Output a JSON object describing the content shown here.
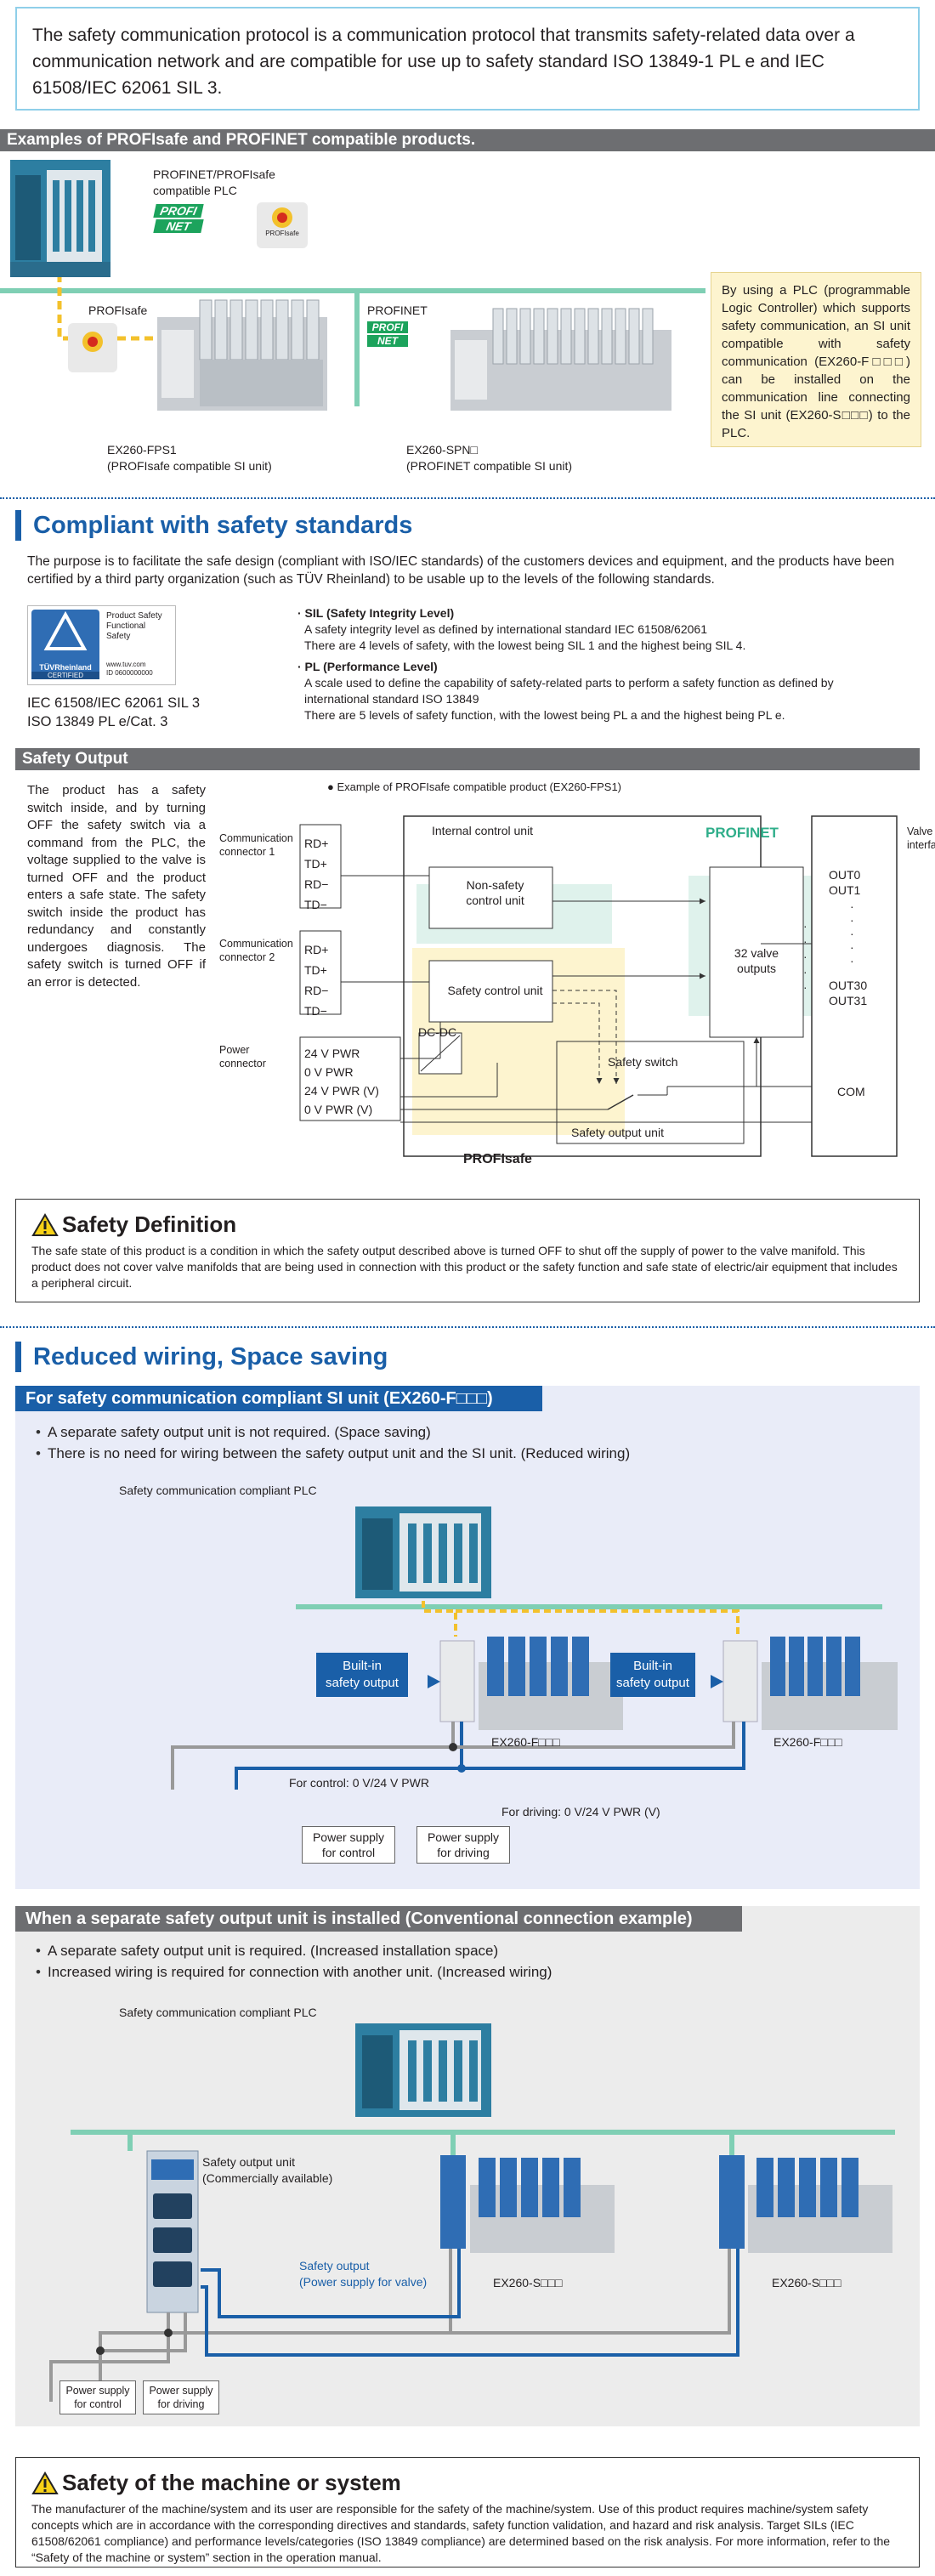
{
  "intro": {
    "text": "The safety communication protocol is a communication protocol that transmits safety-related data over a communication network and are compatible for use up to safety standard ISO 13849-1 PL e and IEC 61508/IEC 62061 SIL 3."
  },
  "examples": {
    "bar": "Examples of PROFIsafe and PROFINET compatible products.",
    "plc_label_1": "PROFINET/PROFIsafe",
    "plc_label_2": "compatible PLC",
    "profinet_logo_1": "PROFI",
    "profinet_logo_2": "NET",
    "profisafe_logo": "PROFIsafe",
    "left_tag": "PROFIsafe",
    "right_tag": "PROFINET",
    "left_model": "EX260-FPS1",
    "left_desc": "(PROFIsafe compatible SI unit)",
    "right_model": "EX260-SPN□",
    "right_desc": "(PROFINET compatible SI unit)",
    "callout": "By using a PLC (programmable Logic Controller) which supports safety communication, an SI unit compatible with safety communication (EX260-F□□□) can be installed on the communication line connecting the SI unit (EX260-S□□□) to the PLC."
  },
  "standards": {
    "title": "Compliant with safety standards",
    "purpose": "The purpose is to facilitate the safe design (compliant with ISO/IEC standards) of the customers devices and equipment, and the products have been certified by a third party organization (such as TÜV Rheinland) to be usable up to the levels of the following standards.",
    "tuv_lines": [
      "Product Safety",
      "Functional",
      "Safety"
    ],
    "tuv_name": "TÜVRheinland",
    "tuv_cert": "CERTIFIED",
    "tuv_url": "www.tuv.com",
    "tuv_id": "ID 0600000000",
    "cert1": "IEC 61508/IEC 62061 SIL 3",
    "cert2": "ISO 13849 PL e/Cat. 3",
    "sil_head": "· SIL (Safety Integrity Level)",
    "sil_l1": "A safety integrity level as defined by international standard IEC 61508/62061",
    "sil_l2": "There are 4 levels of safety, with the lowest being SIL 1 and the highest being SIL 4.",
    "pl_head": "· PL (Performance Level)",
    "pl_l1": "A scale used to define the capability of safety-related parts to perform a safety function as defined by international standard ISO 13849",
    "pl_l2": "There are 5 levels of safety function, with the lowest being PL a and the highest being PL e."
  },
  "safety_output": {
    "bar": "Safety Output",
    "desc": "The product has a safety switch inside, and by turning OFF the safety switch via a command from the PLC, the voltage supplied to the valve is turned OFF and the product enters a safe state. The safety switch inside the product has redundancy and constantly undergoes diagnosis. The safety switch is turned OFF if an error is detected.",
    "example": "Example of PROFIsafe compatible product (EX260-FPS1)",
    "comm1_a": "Communication",
    "comm1_b": "connector 1",
    "comm2_a": "Communication",
    "comm2_b": "connector 2",
    "pins": [
      "RD+",
      "TD+",
      "RD−",
      "TD−"
    ],
    "power_a": "Power",
    "power_b": "connector",
    "pwr": [
      "24 V PWR",
      "0 V PWR",
      "24 V PWR (V)",
      "0 V PWR (V)"
    ],
    "internal": "Internal control unit",
    "profinet": "PROFINET",
    "nonsafety_a": "Non-safety",
    "nonsafety_b": "control unit",
    "safetyctl": "Safety control unit",
    "outputs_a": "32 valve",
    "outputs_b": "outputs",
    "dcdc": "DC-DC",
    "switch": "Safety switch",
    "sou": "Safety output unit",
    "profisafe": "PROFIsafe",
    "valve_a": "Valve",
    "valve_b": "interface",
    "out0": "OUT0",
    "out1": "OUT1",
    "out30": "OUT30",
    "out31": "OUT31",
    "com": "COM"
  },
  "definition": {
    "title": "Safety Definition",
    "text": "The safe state of this product is a condition in which the safety output described above is turned OFF to shut off the supply of power to the valve manifold. This product does not cover valve manifolds that are being used in connection with this product or the safety function and safe state of electric/air equipment that includes a peripheral circuit."
  },
  "reduced": {
    "title": "Reduced wiring, Space saving",
    "bar1": "For safety communication compliant SI unit (EX260-F□□□)",
    "b1": "A separate safety output unit is not required. (Space saving)",
    "b2": "There is no need for wiring between the safety output unit and the SI unit. (Reduced wiring)",
    "plc": "Safety communication compliant PLC",
    "builtin_a": "Built-in",
    "builtin_b": "safety output",
    "model": "EX260-F□□□",
    "control": "For control: 0 V/24 V PWR",
    "driving": "For driving: 0 V/24 V PWR (V)",
    "ps_ctl_a": "Power supply",
    "ps_ctl_b": "for control",
    "ps_drv_a": "Power supply",
    "ps_drv_b": "for driving",
    "bar2": "When a separate safety output unit is installed (Conventional connection example)",
    "c1": "A separate safety output unit is required. (Increased installation space)",
    "c2": "Increased wiring is required for connection with another unit. (Increased wiring)",
    "sou_a": "Safety output unit",
    "sou_b": "(Commercially available)",
    "so_a": "Safety output",
    "so_b": "(Power supply for valve)",
    "model2": "EX260-S□□□"
  },
  "machine": {
    "title": "Safety of the machine or system",
    "text": "The manufacturer of the machine/system and its user are responsible for the safety of the machine/system. Use of this product requires machine/system safety concepts which are in accordance with the corresponding directives and standards, safety function validation, and hazard and risk analysis. Target SILs (IEC 61508/62061 compliance) and performance levels/categories (ISO 13849 compliance) are determined based on the risk analysis. For more information, refer to the “Safety of the machine or system” section in the operation manual."
  }
}
